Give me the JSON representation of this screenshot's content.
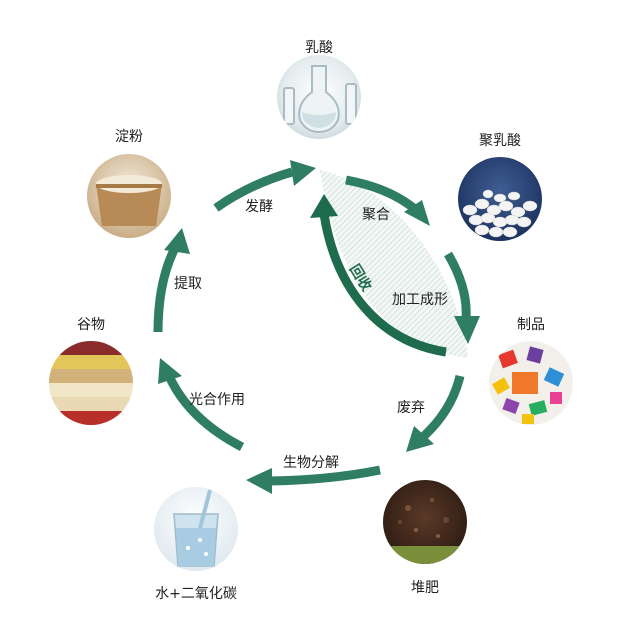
{
  "nodes": {
    "lactic_acid": {
      "label": "乳酸",
      "icon": "flask-icon"
    },
    "pla": {
      "label": "聚乳酸",
      "icon": "pellets-icon"
    },
    "products": {
      "label": "制品",
      "icon": "toys-icon"
    },
    "compost": {
      "label": "堆肥",
      "icon": "soil-icon"
    },
    "water_co2": {
      "label": "水+二氧化碳",
      "icon": "water-glass-icon"
    },
    "grains": {
      "label": "谷物",
      "icon": "grains-icon"
    },
    "starch": {
      "label": "淀粉",
      "icon": "starch-icon"
    }
  },
  "edges": {
    "fermentation": "发酵",
    "polymerization": "聚合",
    "processing": "加工成形",
    "disposal": "废弃",
    "biodegradation": "生物分解",
    "photosynthesis": "光合作用",
    "extraction": "提取",
    "recycling": "回收"
  },
  "colors": {
    "arrow": "#2f7d62",
    "recycle_arrow": "#1e6b4e",
    "leaf_fill": "#e8f1ed"
  }
}
